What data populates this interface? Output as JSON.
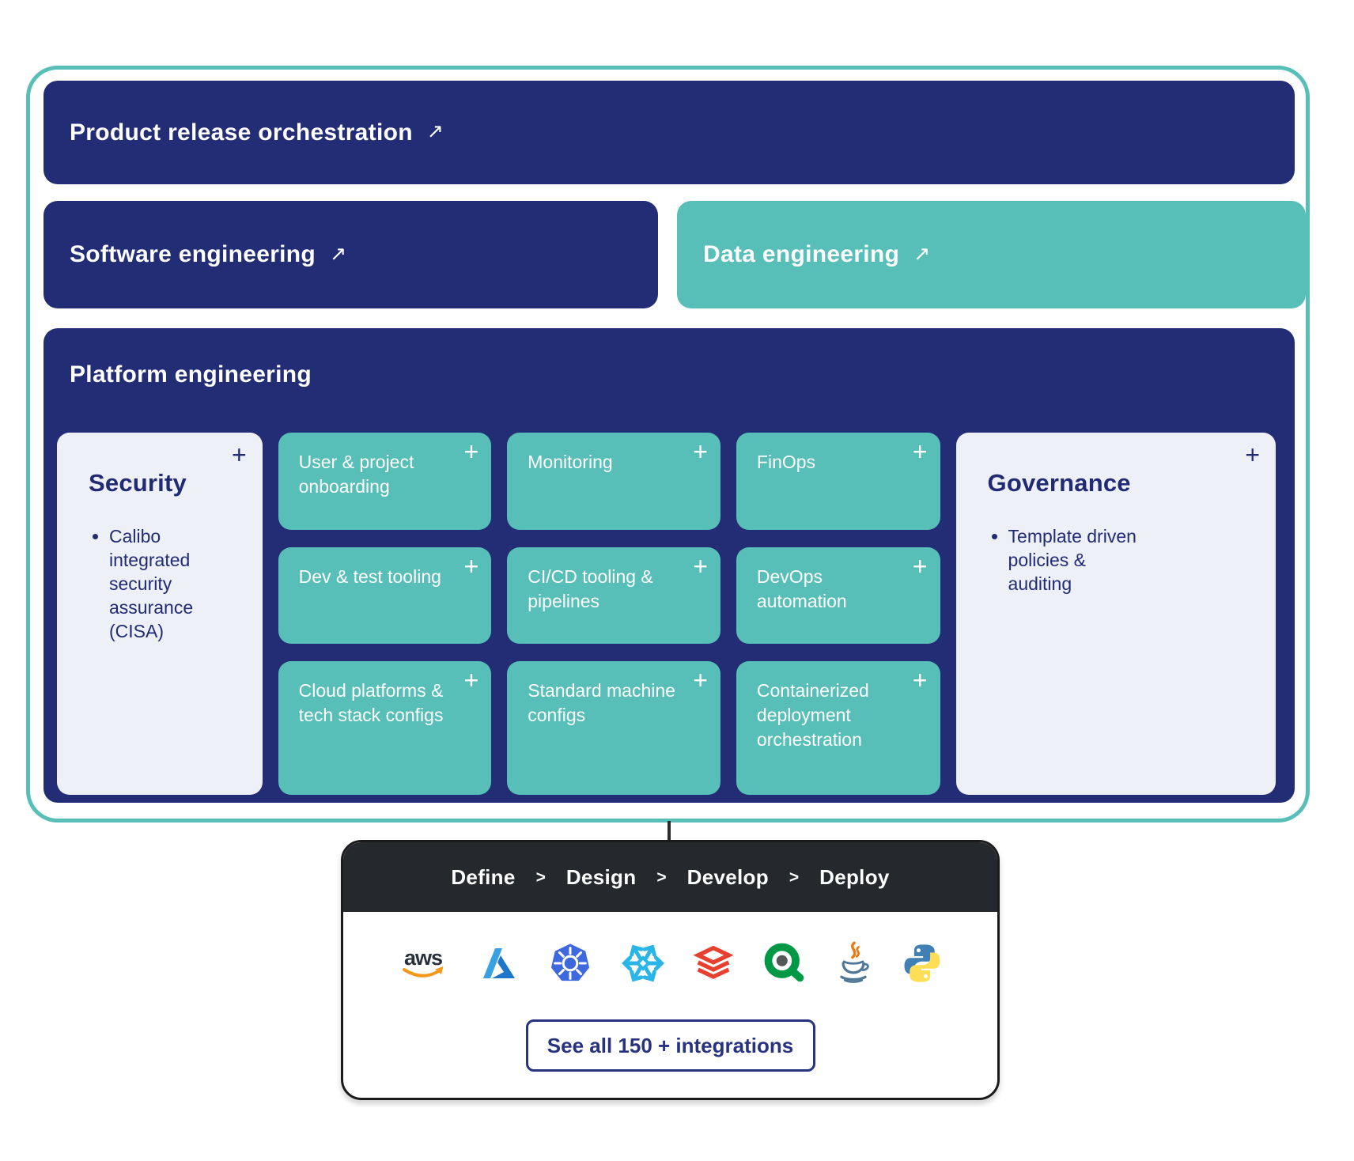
{
  "colors": {
    "navy": "#222D76",
    "teal": "#57BFB8",
    "light_card": "#EEF0F7",
    "dark_bar": "#25282C",
    "navy_text": "#202B74",
    "outline_teal": "#57BFB8"
  },
  "arrow": "↗",
  "plus": "+",
  "top_boxes": {
    "product_release": "Product release orchestration",
    "software_engineering": "Software engineering",
    "data_engineering": "Data engineering"
  },
  "platform": {
    "title": "Platform engineering",
    "security": {
      "title": "Security",
      "bullet": "Calibo integrated security assurance (CISA)"
    },
    "governance": {
      "title": "Governance",
      "bullet": "Template driven policies & auditing"
    },
    "cards": [
      {
        "label": "User & project onboarding"
      },
      {
        "label": "Monitoring"
      },
      {
        "label": "FinOps"
      },
      {
        "label": "Dev & test tooling"
      },
      {
        "label": "CI/CD tooling & pipelines"
      },
      {
        "label": "DevOps automation"
      },
      {
        "label": "Cloud platforms & tech stack configs"
      },
      {
        "label": "Standard machine configs"
      },
      {
        "label": "Containerized deployment orchestration"
      }
    ]
  },
  "pipeline": {
    "separator": ">",
    "steps": [
      "Define",
      "Design",
      "Develop",
      "Deploy"
    ]
  },
  "integrations": {
    "logos": [
      {
        "name": "aws"
      },
      {
        "name": "azure"
      },
      {
        "name": "kubernetes"
      },
      {
        "name": "snowflake"
      },
      {
        "name": "databricks"
      },
      {
        "name": "qlik"
      },
      {
        "name": "java"
      },
      {
        "name": "python"
      }
    ],
    "cta": "See all 150 + integrations"
  }
}
